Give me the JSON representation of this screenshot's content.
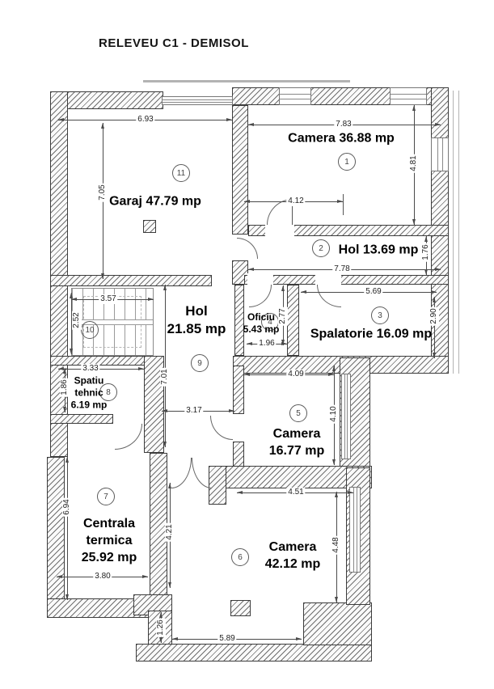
{
  "title": "RELEVEU C1 - DEMISOL",
  "rooms": {
    "camera1": {
      "number": "1",
      "line1": "Camera 36.88 mp"
    },
    "hol2": {
      "number": "2",
      "line1": "Hol 13.69 mp"
    },
    "spalatorie": {
      "number": "3",
      "line1": "Spalatorie 16.09 mp"
    },
    "oficiu": {
      "number": "4",
      "line1": "Oficiu",
      "line2": "5.43 mp"
    },
    "camera5": {
      "number": "5",
      "line1": "Camera",
      "line2": "16.77 mp"
    },
    "camera6": {
      "number": "6",
      "line1": "Camera",
      "line2": "42.12 mp"
    },
    "centrala": {
      "number": "7",
      "line1": "Centrala",
      "line2": "termica",
      "line3": "25.92 mp"
    },
    "spatiu_tehnic": {
      "number": "8",
      "line1": "Spatiu",
      "line2": "tehnic",
      "line3": "6.19 mp"
    },
    "hol9": {
      "number": "9",
      "line1": "Hol",
      "line2": "21.85 mp"
    },
    "scara": {
      "number": "10"
    },
    "garaj": {
      "number": "11",
      "line1": "Garaj 47.79 mp"
    }
  },
  "dimensions": {
    "garaj_width": "6.93",
    "garaj_height": "7.05",
    "camera1_width": "7.83",
    "camera1_height": "4.81",
    "camera1_partial": "4.12",
    "hol2_width": "7.78",
    "hol2_height": "1.76",
    "scara_width": "3.57",
    "scara_height": "2.52",
    "spalatorie_width": "5.69",
    "spalatorie_height": "2.90",
    "oficiu_width": "1.96",
    "oficiu_height": "2.77",
    "spatiu_width": "3.33",
    "spatiu_height": "1.86",
    "hol9_height": "7.01",
    "hol9_width": "3.17",
    "camera5_width": "4.09",
    "camera5_height": "4.10",
    "camera6_width": "4.51",
    "camera6_height": "4.48",
    "centrala_height": "6.94",
    "centrala_width": "3.80",
    "pasaj_height": "4.21",
    "treapta_height": "1.26",
    "terasa_width": "5.89"
  }
}
